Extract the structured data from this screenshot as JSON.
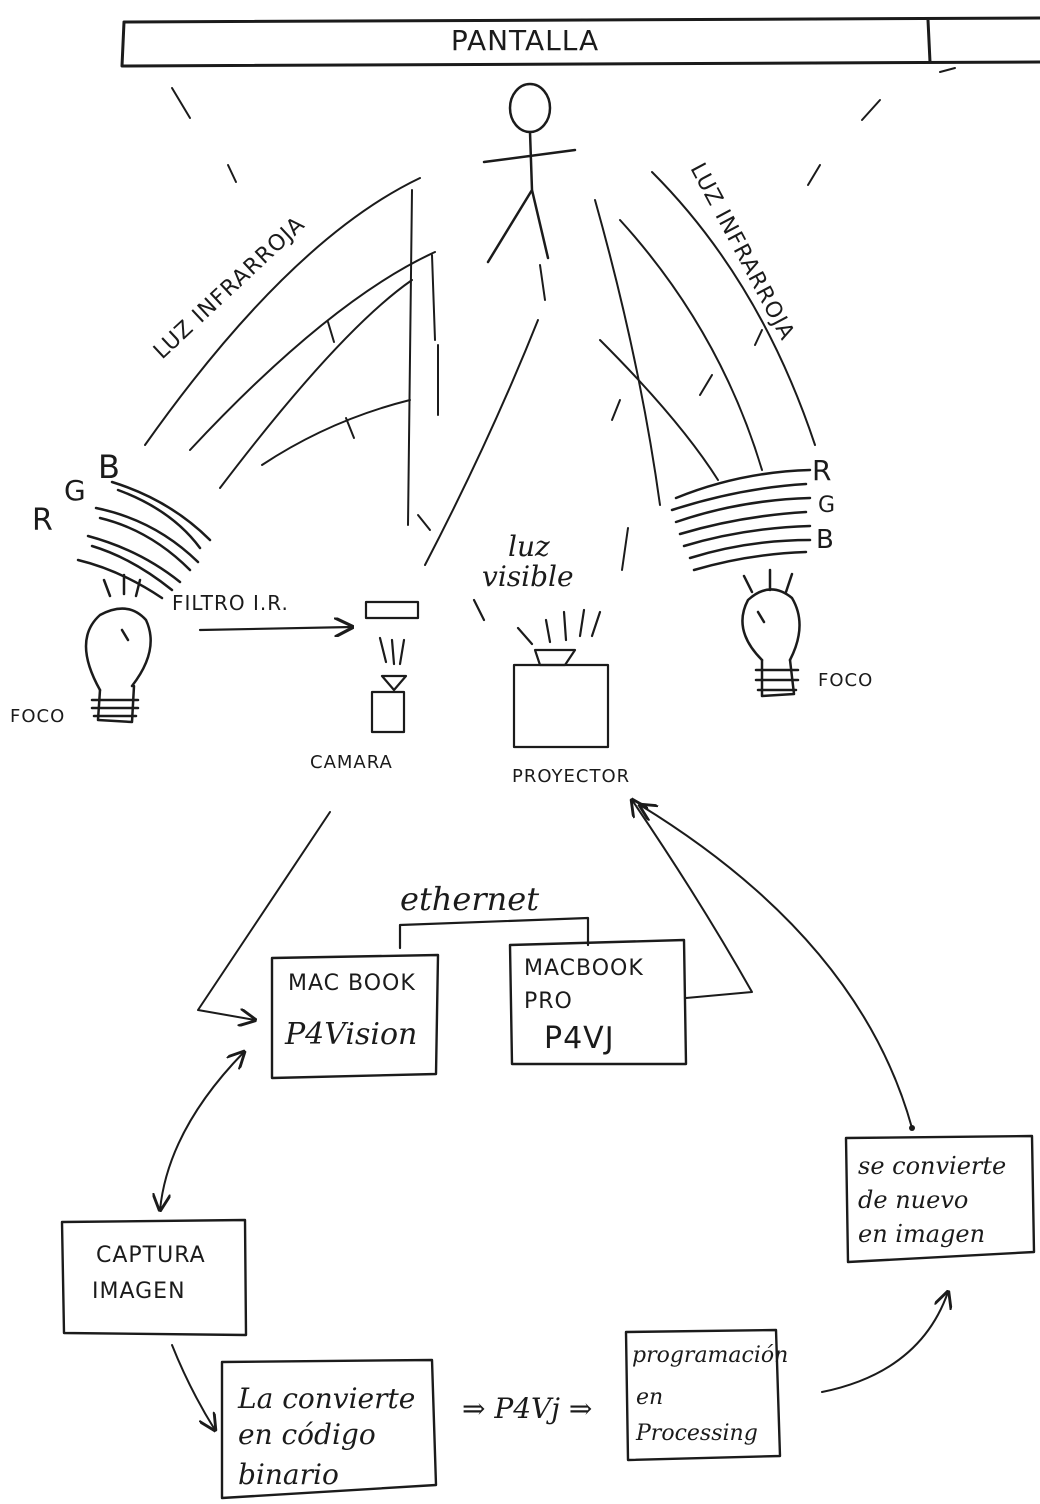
{
  "screen": {
    "label": "PANTALLA"
  },
  "left_beam": {
    "label": "LUZ INFRARROJA",
    "r": "R",
    "g": "G",
    "b": "B"
  },
  "right_beam": {
    "label": "LUZ INFRARROJA",
    "r": "R",
    "g": "G",
    "b": "B"
  },
  "left_bulb": {
    "label": "FOCO"
  },
  "right_bulb": {
    "label": "FOCO"
  },
  "filter": {
    "label": "FILTRO I.R."
  },
  "camera": {
    "label": "CAMARA"
  },
  "projector": {
    "label": "PROYECTOR",
    "light_line1": "luz",
    "light_line2": "visible"
  },
  "network": {
    "label": "ethernet"
  },
  "macbook": {
    "line1": "MAC BOOK",
    "line2": "P4Vision"
  },
  "macbook_pro": {
    "line1": "MACBOOK",
    "line2": "PRO",
    "line3": "P4VJ"
  },
  "capture_box": {
    "line1": "CAPTURA",
    "line2": "IMAGEN"
  },
  "binary_box": {
    "line1": "La convierte",
    "line2": "en código",
    "line3": "binario"
  },
  "p4vj_step": {
    "text": "⇒ P4Vj ⇒"
  },
  "processing_box": {
    "line1": "programación",
    "line2": "en",
    "line3": "Processing"
  },
  "image_box": {
    "line1": "se convierte",
    "line2": "de nuevo",
    "line3": "en imagen"
  }
}
